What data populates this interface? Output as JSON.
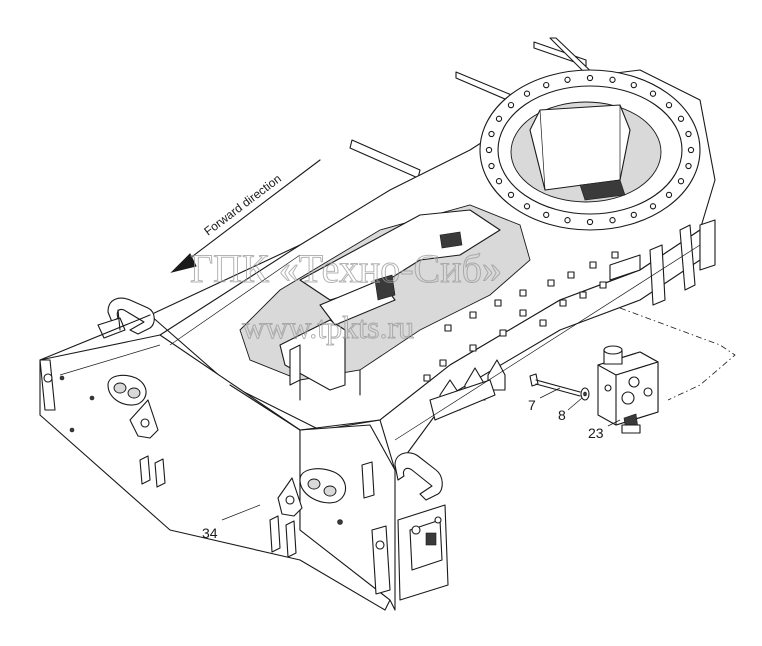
{
  "diagram": {
    "direction_label": "Forward direction",
    "callouts": [
      {
        "id": "7",
        "label": "7"
      },
      {
        "id": "8",
        "label": "8"
      },
      {
        "id": "23",
        "label": "23"
      },
      {
        "id": "34",
        "label": "34"
      }
    ]
  },
  "watermark": {
    "line1": "ГПК «Техно-Сиб»",
    "line2": "www.tpkts.ru"
  }
}
